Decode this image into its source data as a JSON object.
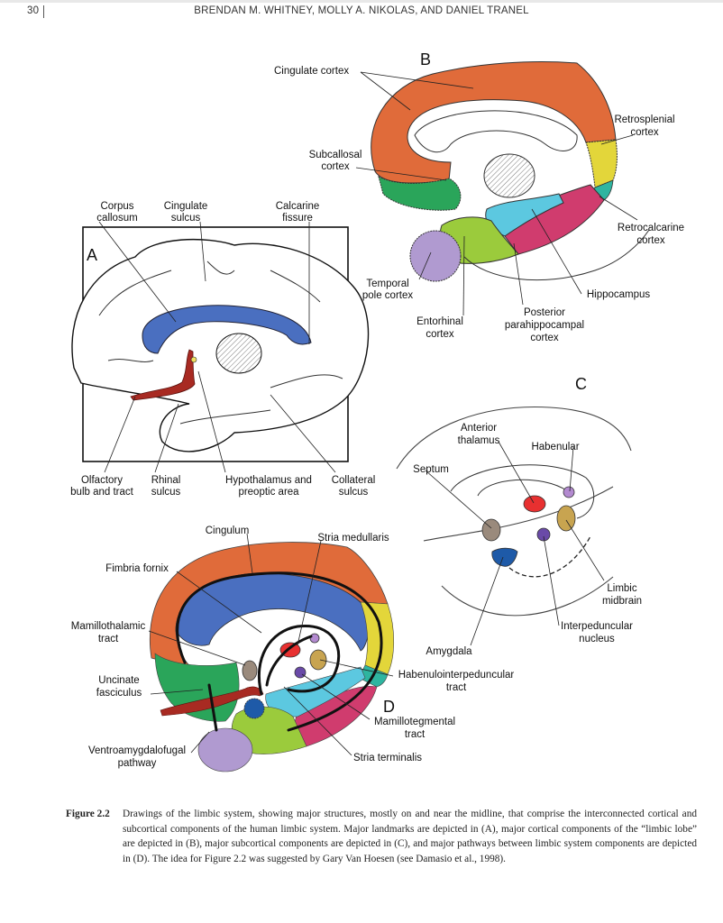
{
  "header": {
    "page_number": "30",
    "running_head": "BRENDAN M. WHITNEY, MOLLY A. NIKOLAS, AND DANIEL TRANEL"
  },
  "figure": {
    "panels": {
      "A": {
        "letter": "A",
        "labels": {
          "corpus_callosum": [
            "Corpus",
            "callosum"
          ],
          "cingulate_sulcus": [
            "Cingulate",
            "sulcus"
          ],
          "calcarine_fissure": [
            "Calcarine",
            "fissure"
          ],
          "olfactory": [
            "Olfactory",
            "bulb and tract"
          ],
          "rhinal_sulcus": [
            "Rhinal",
            "sulcus"
          ],
          "hypothalamus": [
            "Hypothalamus and",
            "preoptic area"
          ],
          "collateral_sulcus": [
            "Collateral",
            "sulcus"
          ]
        }
      },
      "B": {
        "letter": "B",
        "labels": {
          "cingulate_cortex": [
            "Cingulate cortex"
          ],
          "subcallosal_cortex": [
            "Subcallosal",
            "cortex"
          ],
          "retrosplenial_cortex": [
            "Retrosplenial",
            "cortex"
          ],
          "retrocalcarine_cortex": [
            "Retrocalcarine",
            "cortex"
          ],
          "temporal_pole_cortex": [
            "Temporal",
            "pole cortex"
          ],
          "entorhinal_cortex": [
            "Entorhinal",
            "cortex"
          ],
          "posterior_parahippocampal_cortex": [
            "Posterior",
            "parahippocampal",
            "cortex"
          ],
          "hippocampus": [
            "Hippocampus"
          ]
        }
      },
      "C": {
        "letter": "C",
        "labels": {
          "anterior_thalamus": [
            "Anterior",
            "thalamus"
          ],
          "habenular": [
            "Habenular"
          ],
          "septum": [
            "Septum"
          ],
          "limbic_midbrain": [
            "Limbic",
            "midbrain"
          ],
          "interpeduncular_nucleus": [
            "Interpeduncular",
            "nucleus"
          ],
          "amygdala": [
            "Amygdala"
          ]
        }
      },
      "D": {
        "letter": "D",
        "labels": {
          "cingulum": [
            "Cingulum"
          ],
          "stria_medullaris": [
            "Stria medullaris"
          ],
          "fimbria_fornix": [
            "Fimbria fornix"
          ],
          "mamillothalamic_tract": [
            "Mamillothalamic",
            "tract"
          ],
          "uncinate_fasciculus": [
            "Uncinate",
            "fasciculus"
          ],
          "ventroamygdalofugal_pathway": [
            "Ventroamygdalofugal",
            "pathway"
          ],
          "habenulointerpeduncular_tract": [
            "Habenulointerpeduncular",
            "tract"
          ],
          "mamillotegmental_tract": [
            "Mamillotegmental",
            "tract"
          ],
          "stria_terminalis": [
            "Stria terminalis"
          ]
        }
      }
    },
    "region_colors": {
      "cingulate": "#e06b3a",
      "corpus_callosum": "#4a6fc0",
      "subcallosal": "#2aa55a",
      "retrosplenial": "#e3d63a",
      "retrocalcarine": "#2eb5a0",
      "temporal_pole": "#b09ad0",
      "entorhinal": "#9bcb3c",
      "hippocampus": "#5cc8e0",
      "parahippocampal": "#d03c6e",
      "olfactory": "#a82a22",
      "anterior_thalamus": "#e83030",
      "septum": "#9a8a7c",
      "habenular": "#b38ad0",
      "limbic_midbrain": "#c8a450",
      "interpeduncular": "#6a4aa8",
      "amygdala": "#1e5aa8"
    },
    "caption": {
      "label": "Figure 2.2",
      "text": "Drawings of the limbic system, showing major structures, mostly on and near the midline, that comprise the interconnected cortical and subcortical components of the human limbic system. Major landmarks are depicted in (A), major cortical components of the “limbic lobe” are depicted in (B), major subcortical components are depicted in (C), and major pathways between limbic system components are depicted in (D). The idea for Figure 2.2 was suggested by Gary Van Hoesen (see Damasio et al., 1998)."
    }
  }
}
